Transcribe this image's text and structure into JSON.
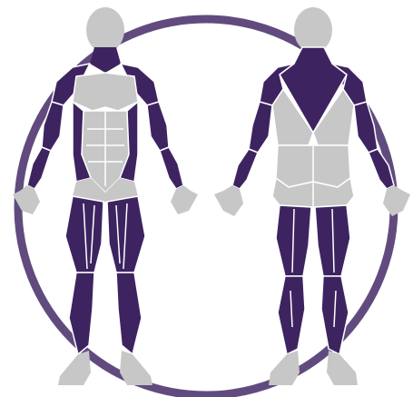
{
  "colors": {
    "background": "#ffffff",
    "ring": "#614b7e",
    "muscle_worked": "#3d2460",
    "muscle_unworked": "#c7c7c7",
    "body_skin": "#c7c7c7",
    "separator": "#ffffff"
  },
  "figures": [
    {
      "view": "front",
      "worked_groups": [
        "neck",
        "shoulders",
        "biceps",
        "forearms",
        "obliques",
        "quadriceps",
        "adductors",
        "shins"
      ],
      "unworked_groups": [
        "head",
        "chest",
        "abdominals",
        "hands",
        "feet"
      ]
    },
    {
      "view": "back",
      "worked_groups": [
        "trapezius",
        "shoulders",
        "triceps",
        "forearms",
        "hamstrings",
        "calves"
      ],
      "unworked_groups": [
        "head",
        "upper-back",
        "lower-back",
        "glutes",
        "hands",
        "feet"
      ]
    }
  ]
}
